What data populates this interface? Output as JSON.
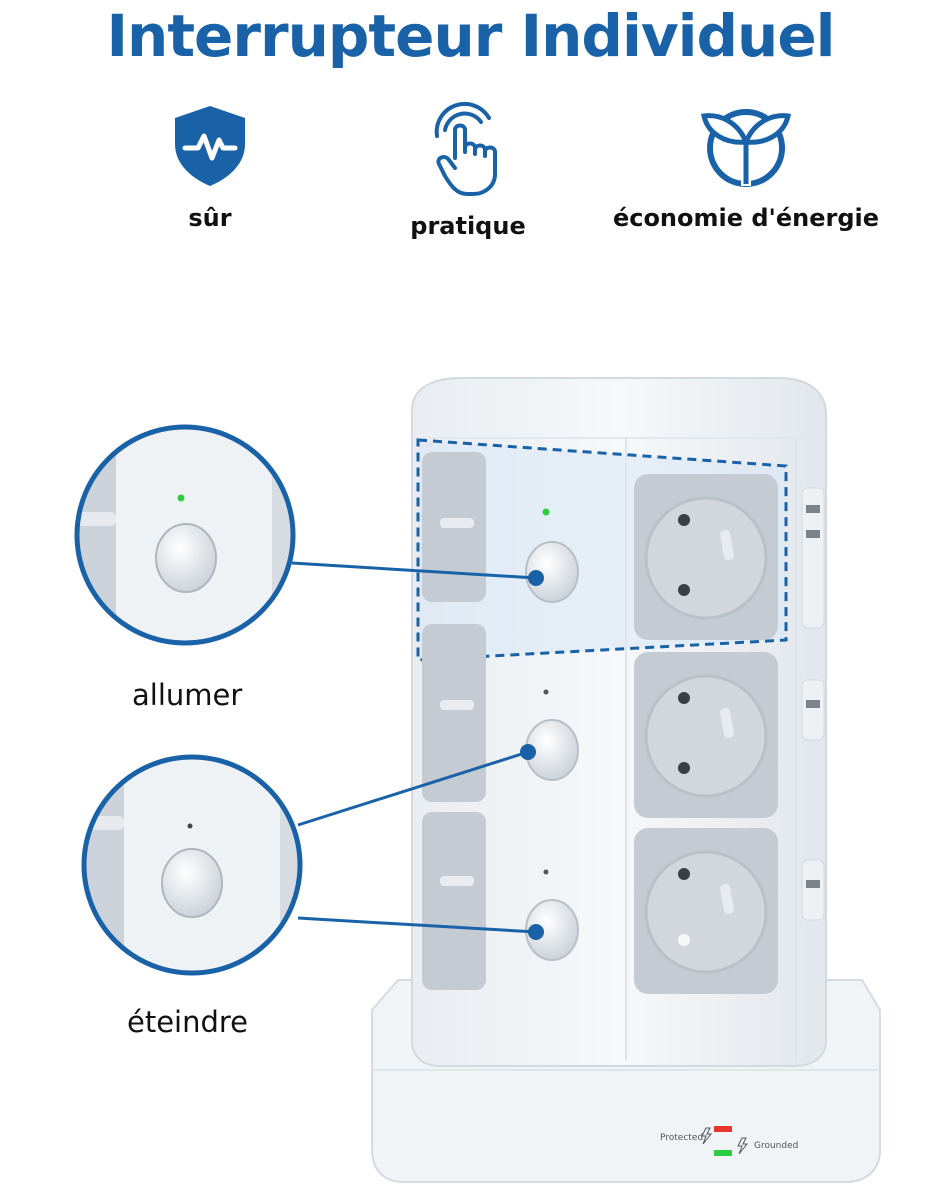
{
  "header": {
    "title": "Interrupteur Individuel"
  },
  "colors": {
    "accent": "#1a62a8",
    "led_green": "#2ecc40",
    "led_red": "#e8352c",
    "socket_grey": "#c4cbd3"
  },
  "features": [
    {
      "icon": "shield-pulse-icon",
      "label": "sûr"
    },
    {
      "icon": "finger-touch-icon",
      "label": "pratique"
    },
    {
      "icon": "leaf-circle-icon",
      "label": "économie d'énergie"
    }
  ],
  "callouts": {
    "on_label": "allumer",
    "off_label": "éteindre"
  },
  "base_indicators": {
    "protected_label": "Protected",
    "grounded_label": "Grounded"
  }
}
